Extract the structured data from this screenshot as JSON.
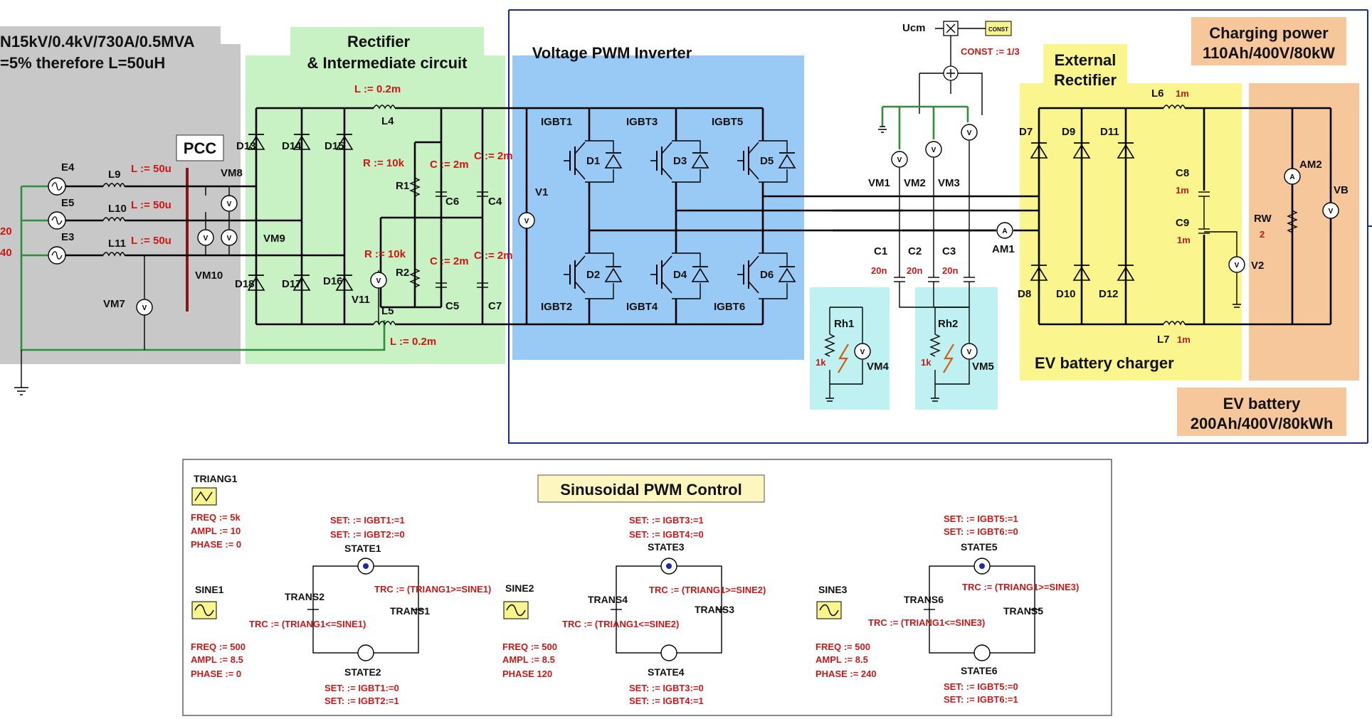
{
  "grid_block": {
    "line1": "N15kV/0.4kV/730A/0.5MVA",
    "line2": "=5%  therefore L=50uH",
    "edge_numbers": [
      "20",
      "40"
    ],
    "pcc": "PCC",
    "sources": [
      "E4",
      "E5",
      "E3"
    ],
    "inductors": [
      "L9",
      "L10",
      "L11"
    ],
    "inductor_values": [
      "L := 50u",
      "L := 50u",
      "L := 50u"
    ],
    "meters": [
      "VM8",
      "VM9",
      "VM10",
      "VM7"
    ]
  },
  "rectifier_block": {
    "title_line1": "Rectifier",
    "title_line2": "& Intermediate circuit",
    "diodes_top": [
      "D13",
      "D14",
      "D15"
    ],
    "diodes_bottom": [
      "D18",
      "D17",
      "D16"
    ],
    "l4": "L4",
    "l4_value": "L := 0.2m",
    "l5": "L5",
    "l5_value": "L := 0.2m",
    "r1": "R1",
    "r1_value": "R := 10k",
    "r2": "R2",
    "r2_value": "R := 10k",
    "c6": "C6",
    "c4": "C4",
    "c5": "C5",
    "c7": "C7",
    "c_values": [
      "C := 2m",
      "C := 2m",
      "C := 2m",
      "C := 2m"
    ],
    "v11": "V11"
  },
  "inverter_block": {
    "title": "Voltage PWM Inverter",
    "v1": "V1",
    "igbt_top": [
      "IGBT1",
      "IGBT3",
      "IGBT5"
    ],
    "igbt_bottom": [
      "IGBT2",
      "IGBT4",
      "IGBT6"
    ],
    "diodes_top": [
      "D1",
      "D3",
      "D5"
    ],
    "diodes_bottom": [
      "D2",
      "D4",
      "D6"
    ]
  },
  "measure_block": {
    "ucm": "Ucm",
    "const_box": "CONST",
    "const_value": "CONST := 1/3",
    "vm_labels": [
      "VM1",
      "VM2",
      "VM3"
    ],
    "c_labels": [
      "C1",
      "C2",
      "C3"
    ],
    "c_values": [
      "20n",
      "20n",
      "20n"
    ],
    "am1": "AM1",
    "rh1": "Rh1",
    "rh2": "Rh2",
    "rh_values": [
      "1k",
      "1k"
    ],
    "vm4": "VM4",
    "vm5": "VM5"
  },
  "charger_block": {
    "title_line1": "External",
    "title_line2": "Rectifier",
    "diodes_top": [
      "D7",
      "D9",
      "D11"
    ],
    "diodes_bottom": [
      "D8",
      "D10",
      "D12"
    ],
    "l6": "L6",
    "l6_value": "1m",
    "l7": "L7",
    "l7_value": "1m",
    "c8": "C8",
    "c8_value": "1m",
    "c9": "C9",
    "c9_value": "1m",
    "v2": "V2",
    "caption": "EV battery charger"
  },
  "battery_block": {
    "title_line1": "Charging power",
    "title_line2": "110Ah/400V/80kW",
    "am2": "AM2",
    "rw": "RW",
    "rw_value": "2",
    "vb": "VB",
    "caption_line1": "EV battery",
    "caption_line2": "200Ah/400V/80kWh"
  },
  "control": {
    "title": "Sinusoidal PWM Control",
    "triang": {
      "name": "TRIANG1",
      "params": [
        "FREQ := 5k",
        "AMPL := 10",
        "PHASE := 0"
      ]
    },
    "sines": [
      {
        "name": "SINE1",
        "params": [
          "FREQ := 500",
          "AMPL := 8.5",
          "PHASE := 0"
        ]
      },
      {
        "name": "SINE2",
        "params": [
          "FREQ := 500",
          "AMPL := 8.5",
          "PHASE 120"
        ]
      },
      {
        "name": "SINE3",
        "params": [
          "FREQ := 500",
          "AMPL := 8.5",
          "PHASE := 240"
        ]
      }
    ],
    "machines": [
      {
        "set_top": [
          "SET: := IGBT1:=1",
          "SET: := IGBT2:=0"
        ],
        "state_top": "STATE1",
        "trans_left": "TRANS2",
        "trans_right": "TRANS1",
        "trc_right": "TRC := (TRIANG1>=SINE1)",
        "trc_left": "TRC := (TRIANG1<=SINE1)",
        "state_bottom": "STATE2",
        "set_bottom": [
          "SET: := IGBT1:=0",
          "SET: := IGBT2:=1"
        ]
      },
      {
        "set_top": [
          "SET: := IGBT3:=1",
          "SET: := IGBT4:=0"
        ],
        "state_top": "STATE3",
        "trans_left": "TRANS4",
        "trans_right": "TRANS3",
        "trc_right": "TRC := (TRIANG1>=SINE2)",
        "trc_left": "TRC := (TRIANG1<=SINE2)",
        "state_bottom": "STATE4",
        "set_bottom": [
          "SET: := IGBT3:=0",
          "SET: := IGBT4:=1"
        ]
      },
      {
        "set_top": [
          "SET: := IGBT5:=1",
          "SET: := IGBT6:=0"
        ],
        "state_top": "STATE5",
        "trans_left": "TRANS6",
        "trans_right": "TRANS5",
        "trc_right": "TRC := (TRIANG1>=SINE3)",
        "trc_left": "TRC := (TRIANG1<=SINE3)",
        "state_bottom": "STATE6",
        "set_bottom": [
          "SET: := IGBT5:=0",
          "SET: := IGBT6:=1"
        ]
      }
    ]
  },
  "colors": {
    "grid_bg": "#c8c8c8",
    "rectifier_bg": "#c9f2c4",
    "inverter_bg": "#99c9f5",
    "measure_bg": "#bff0f2",
    "charger_bg": "#fbf58e",
    "battery_bg": "#f7c79c",
    "frame": "#1b2c8f",
    "red_text": "#d01515",
    "green_wire": "#2d8f3a",
    "pcc_bar": "#8b1414"
  }
}
